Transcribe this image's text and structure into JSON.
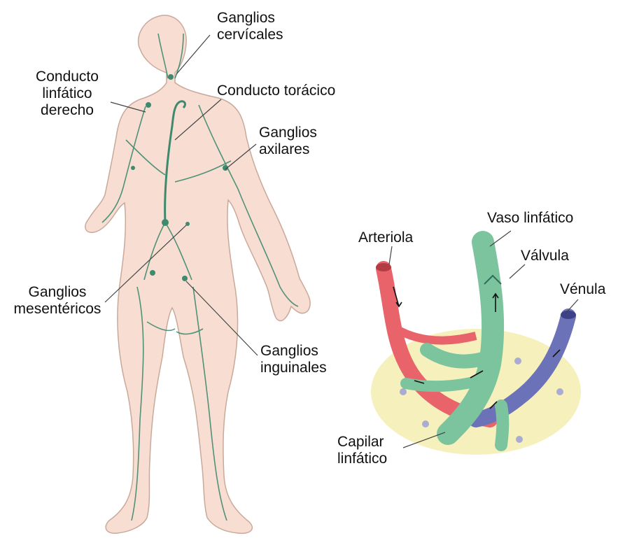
{
  "labels": {
    "ganglios_cervicales": [
      "Ganglios",
      "cervícales"
    ],
    "conducto_linfatico_derecho": [
      "Conducto",
      "linfático",
      "derecho"
    ],
    "conducto_toracico": "Conducto torácico",
    "ganglios_axilares": [
      "Ganglios",
      "axilares"
    ],
    "ganglios_mesentericos": [
      "Ganglios",
      "mesentéricos"
    ],
    "ganglios_inguinales": [
      "Ganglios",
      "inguinales"
    ],
    "vaso_linfatico": "Vaso linfático",
    "arteriola": "Arteriola",
    "valvula": "Válvula",
    "venula": "Vénula",
    "capilar_linfatico": [
      "Capilar",
      "linfático"
    ]
  },
  "colors": {
    "skin": "#f7ddd2",
    "skin_outline": "#c9a99a",
    "lymph": "#3e8a6e",
    "lymph_vessel": "#7cc49e",
    "artery": "#e8646a",
    "vein": "#6b72b8",
    "tissue": "#f4efb0",
    "leader": "#444444"
  }
}
